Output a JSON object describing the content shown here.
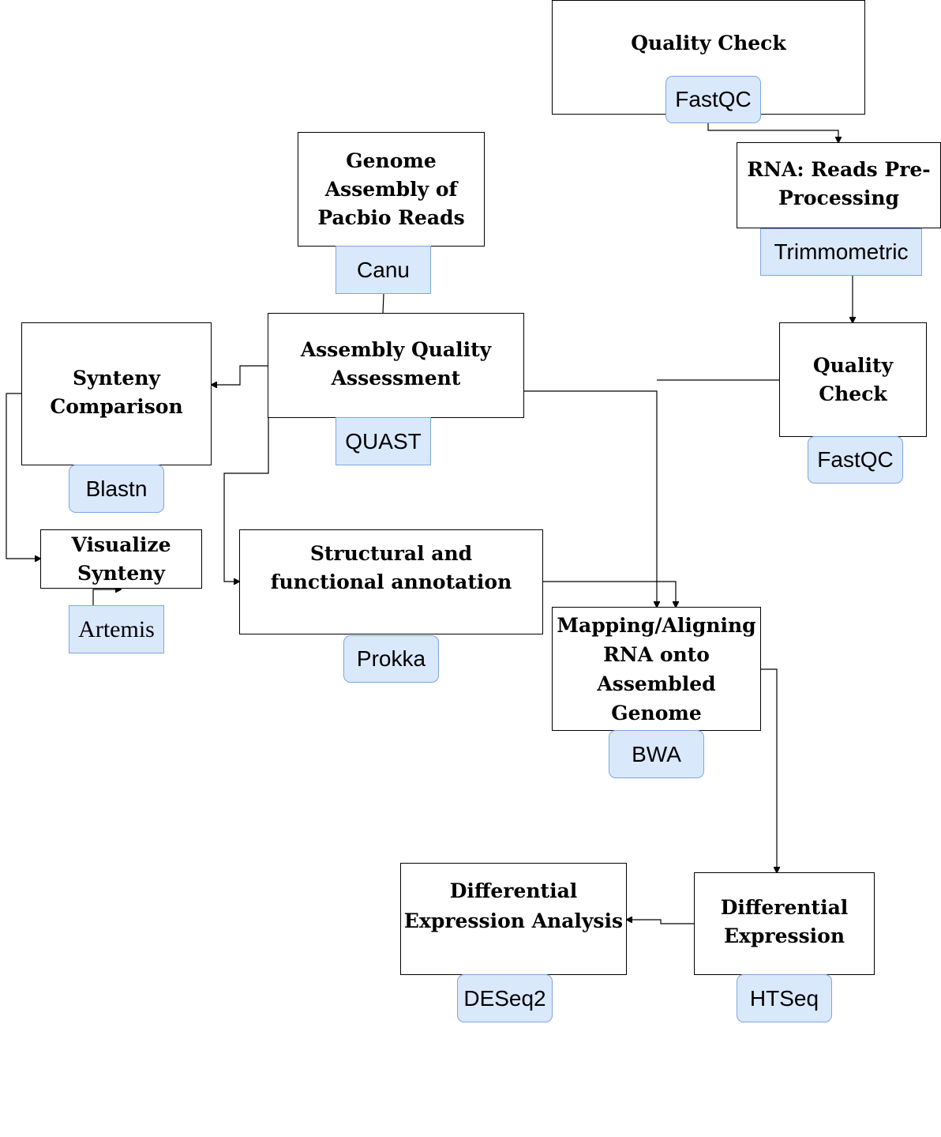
{
  "boxes": {
    "quality_check_top": {
      "label": "Quality Check",
      "tool": "FastQC"
    },
    "rna_preprocessing": {
      "label": "RNA: Reads Pre-\nProcessing",
      "tool": "Trimmometric"
    },
    "genome_assembly": {
      "label": "Genome\nAssembly of\nPacbio Reads",
      "tool": "Canu"
    },
    "assembly_quality": {
      "label": "Assembly Quality\nAssessment",
      "tool": "QUAST"
    },
    "quality_check_right": {
      "label": "Quality\nCheck",
      "tool": "FastQC"
    },
    "synteny_comparison": {
      "label": "Synteny\nComparison",
      "tool": "Blastn"
    },
    "visualize_synteny": {
      "label": "Visualize\nSynteny",
      "tool": "Artemis"
    },
    "annotation": {
      "label": "Structural and\nfunctional annotation",
      "tool": "Prokka"
    },
    "mapping": {
      "label": "Mapping/Aligning\nRNA onto\nAssembled Genome",
      "tool": "BWA"
    },
    "differential_expression": {
      "label": "Differential\nExpression",
      "tool": "HTSeq"
    },
    "de_analysis": {
      "label": "Differential\nExpression Analysis",
      "tool": "DESeq2"
    }
  },
  "colors": {
    "tool_fill": "#dae8fc",
    "tool_stroke": "#7ea6e0",
    "line": "#000000"
  }
}
